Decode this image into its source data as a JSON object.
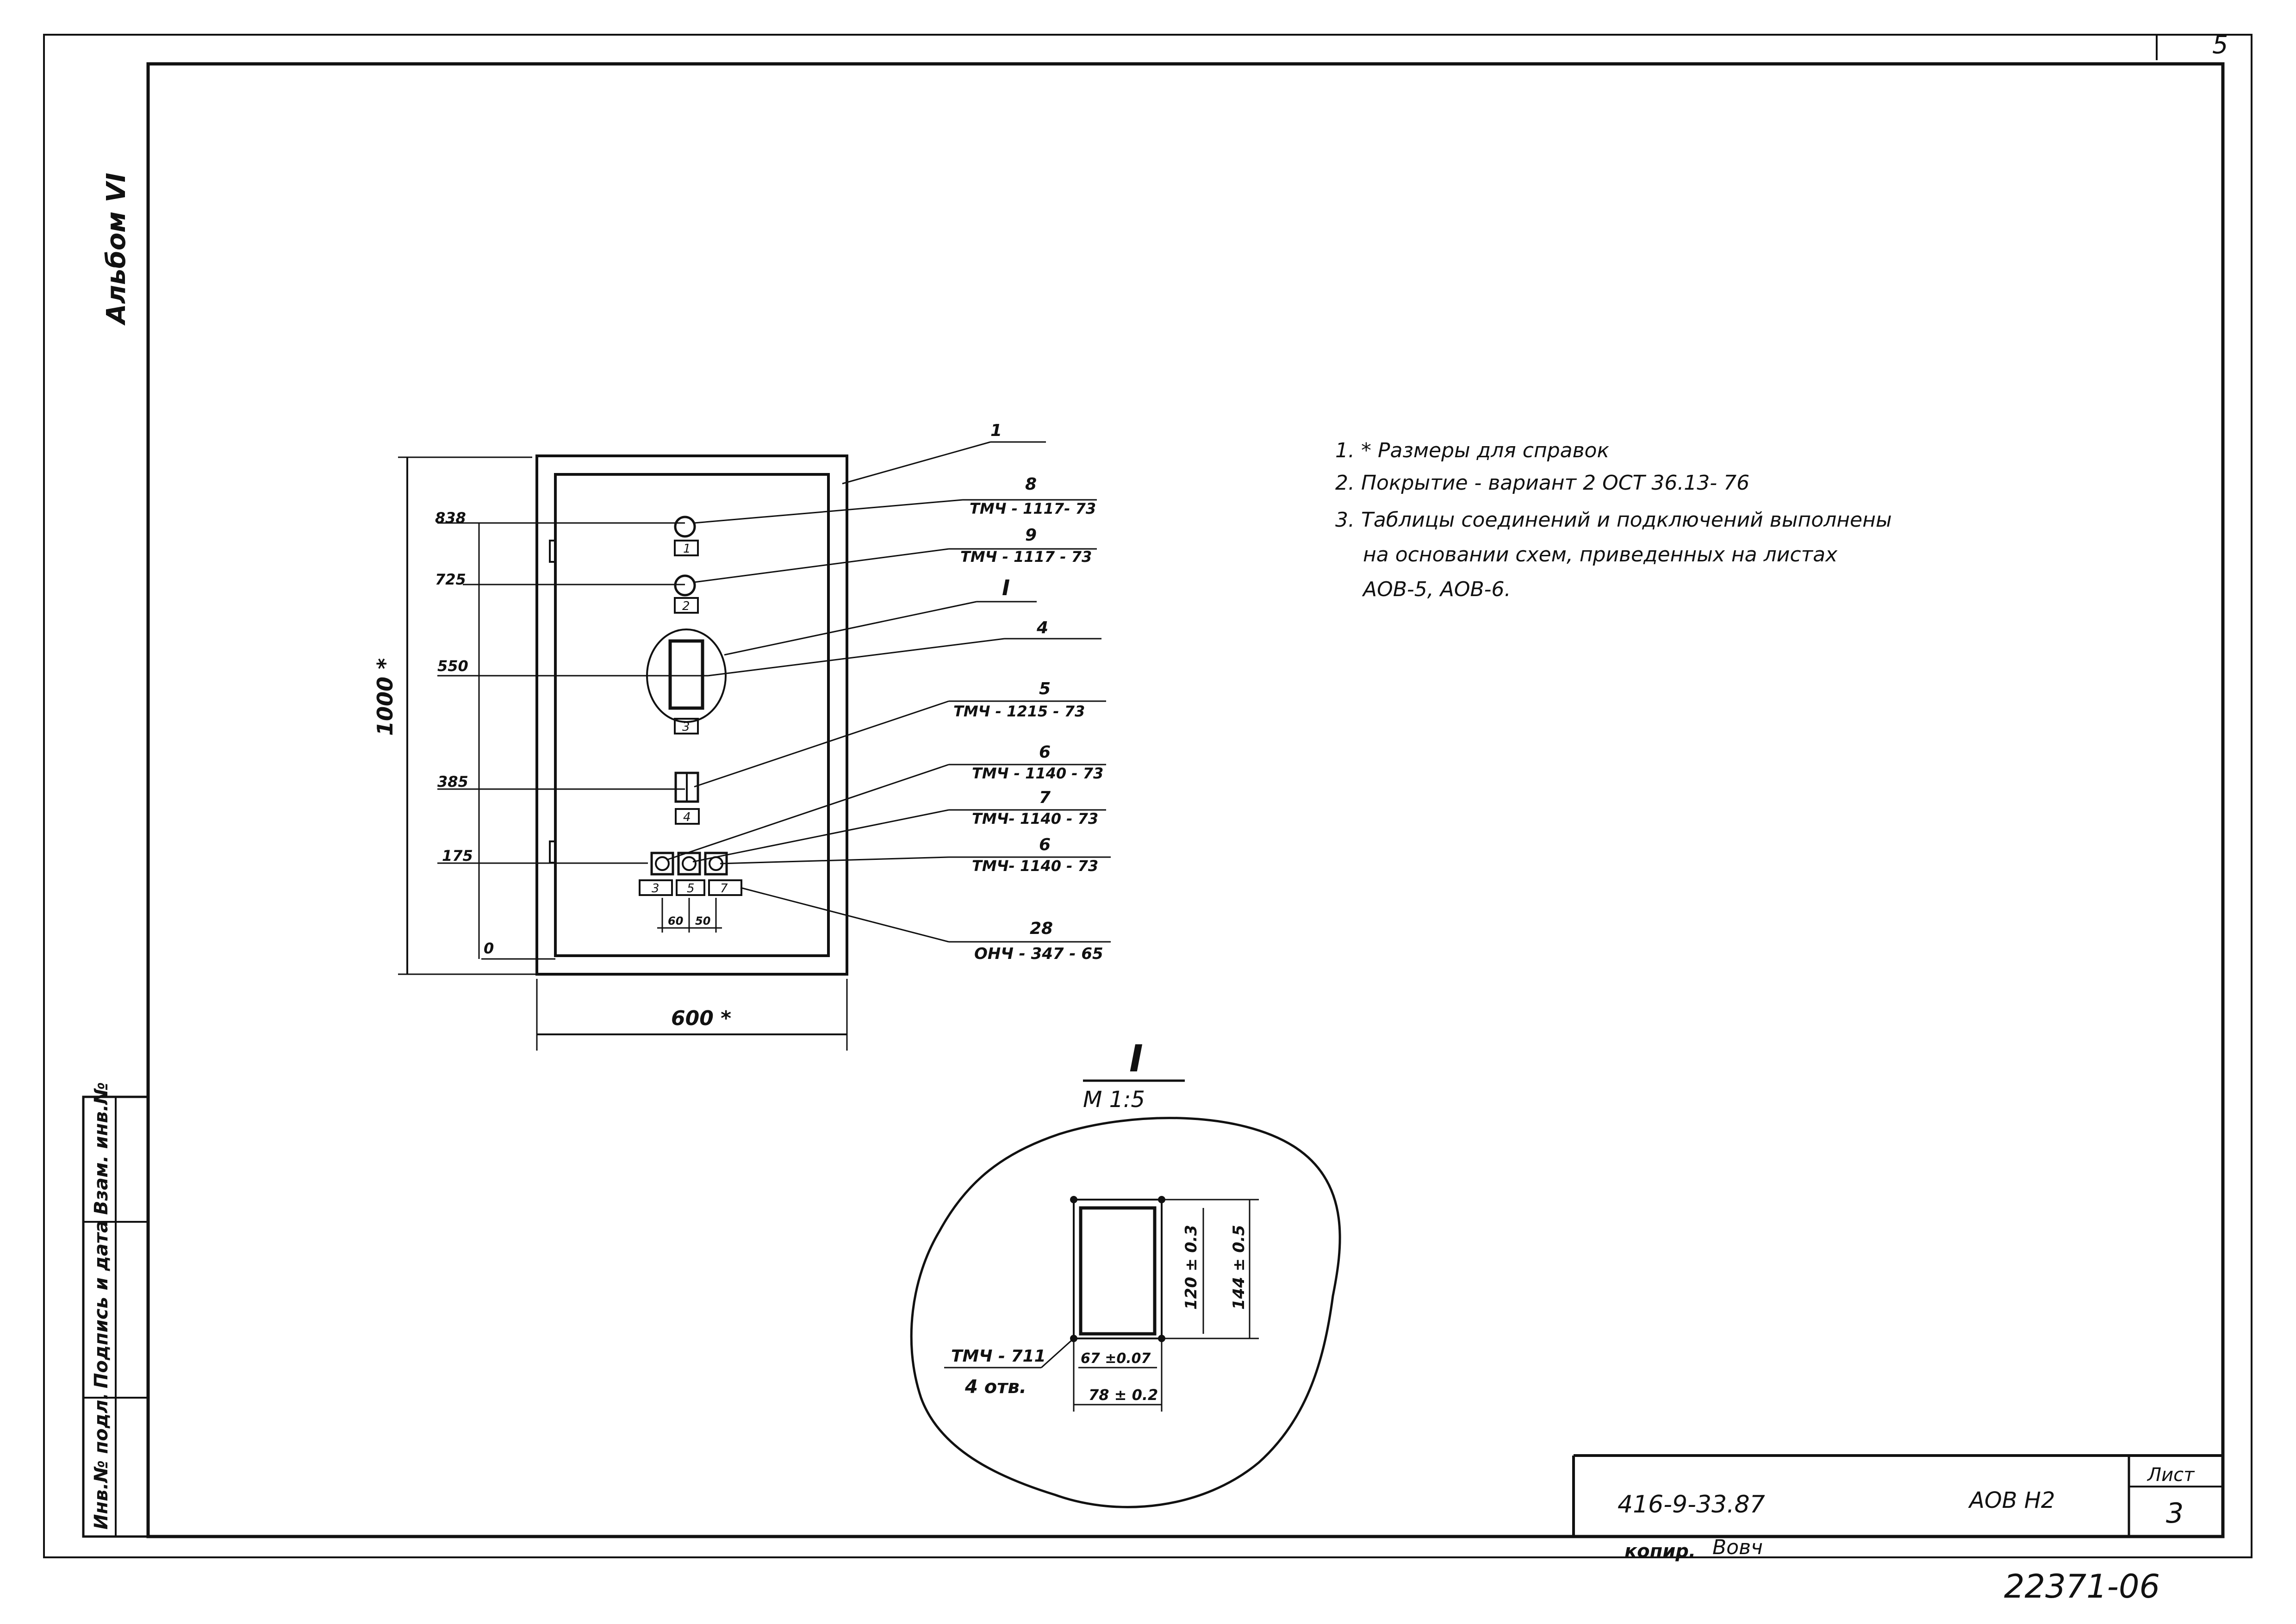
{
  "album_label": "Альбом VI",
  "page_corner": "5",
  "side_stamp": {
    "inv_no": "Инв.№ подл.",
    "sign_date": "Подпись и дата",
    "vzam_inv": "Взам. инв.№"
  },
  "front_view": {
    "height_dim": "1000 *",
    "width_dim": "600 *",
    "levels": [
      "838",
      "725",
      "550",
      "385",
      "175",
      "0"
    ],
    "spacing_dims": [
      "60",
      "50"
    ],
    "device_numbers": [
      "1",
      "2",
      "3",
      "4",
      "3",
      "5",
      "7"
    ],
    "callouts": [
      {
        "pos": "1",
        "code": ""
      },
      {
        "pos": "8",
        "code": "ТМЧ - 1117- 73"
      },
      {
        "pos": "9",
        "code": "ТМЧ - 1117 - 73"
      },
      {
        "pos": "I",
        "code": ""
      },
      {
        "pos": "4",
        "code": ""
      },
      {
        "pos": "5",
        "code": "ТМЧ - 1215 - 73"
      },
      {
        "pos": "6",
        "code": "ТМЧ - 1140 - 73"
      },
      {
        "pos": "7",
        "code": "ТМЧ- 1140 - 73"
      },
      {
        "pos": "6",
        "code": "ТМЧ- 1140 - 73"
      },
      {
        "pos": "28",
        "code": "ОНЧ - 347 - 65"
      }
    ]
  },
  "notes": [
    "1.  * Размеры для справок",
    "2.  Покрытие - вариант 2  ОСТ 36.13- 76",
    "3.  Таблицы соединений и подключений выполнены",
    "на основании схем, приведенных на листах",
    "АОВ-5,  АОВ-6."
  ],
  "detail": {
    "title": "I",
    "scale": "М  1:5",
    "hole_label": "ТМЧ - 711",
    "hole_count": "4 отв.",
    "dim_vertical_inner": "120 ± 0.3",
    "dim_vertical_outer": "144 ± 0.5",
    "dim_horizontal_inner": "67 ±0.07",
    "dim_horizontal_outer": "78 ± 0.2"
  },
  "title_block": {
    "doc_number": "416-9-33.87",
    "sheet_code": "АОВ Н2",
    "sheet_label": "Лист",
    "sheet_number": "3",
    "copied_label": "копир.",
    "copier_sign": "Вовч",
    "archive_number": "22371-06"
  }
}
